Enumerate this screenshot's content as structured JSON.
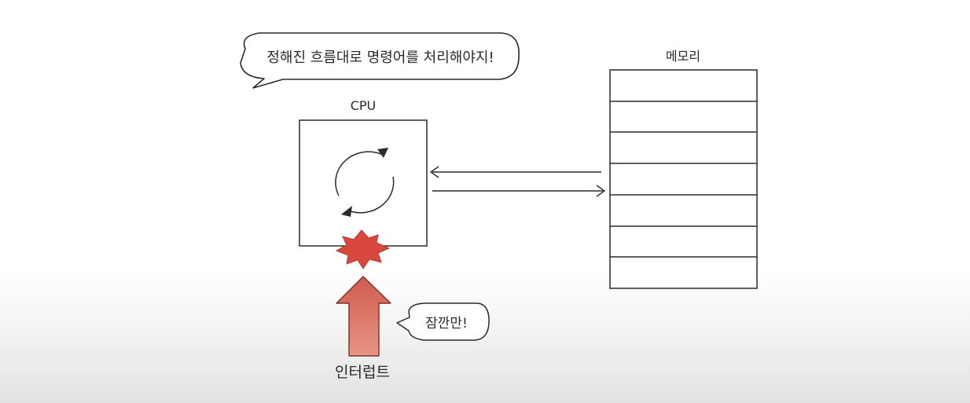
{
  "diagram": {
    "speech_top": "정해진 흐름대로 명령어를 처리해야지!",
    "cpu_label": "CPU",
    "memory_label": "메모리",
    "speech_small": "잠깐만!",
    "interrupt_label": "인터럽트"
  },
  "colors": {
    "burst": "#d9483f",
    "arrow_fill": "#d96a5c",
    "arrow_stroke": "#7a2f28",
    "stroke": "#2a2a2a"
  },
  "memory": {
    "rows": 7
  }
}
